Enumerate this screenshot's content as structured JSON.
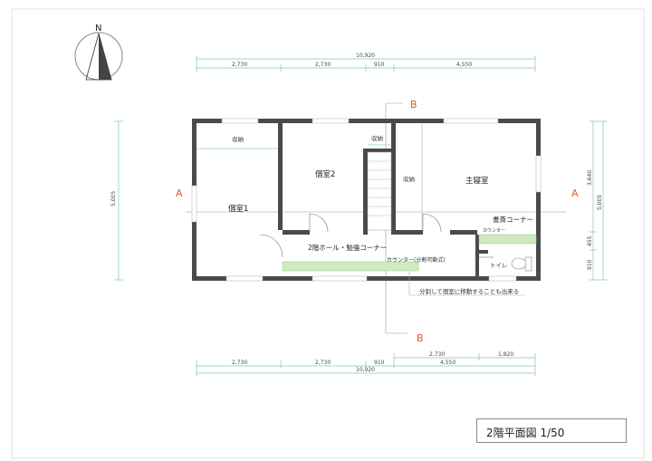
{
  "compass": {
    "north_label": "N"
  },
  "dimensions": {
    "total_top": "10,920",
    "top": [
      "2,730",
      "2,730",
      "910",
      "4,550"
    ],
    "bottom_upper": [
      "2,730",
      "1,820"
    ],
    "bottom": [
      "2,730",
      "2,730",
      "910",
      "4,550"
    ],
    "total_bottom": "10,920",
    "left_height": "5,005",
    "right_height": "5,005",
    "right_parts": [
      "3,640",
      "455",
      "910"
    ]
  },
  "sections": {
    "a_left": "A",
    "a_right": "A",
    "b_top": "B",
    "b_bottom": "B"
  },
  "rooms": {
    "room1": "個室1",
    "room2": "個室2",
    "master": "主寝室",
    "hall": "2階ホール・勉強コーナー",
    "study": "書斎コーナー",
    "toilet": "トイレ"
  },
  "labels": {
    "storage1": "収納",
    "storage2": "収納",
    "storage3": "収納",
    "counter_small": "カウンター",
    "counter_hall": "カウンター(分割可動式)",
    "note": "分割して個室に移動することも出来る"
  },
  "title": {
    "text": "2階平面図 1/50"
  }
}
